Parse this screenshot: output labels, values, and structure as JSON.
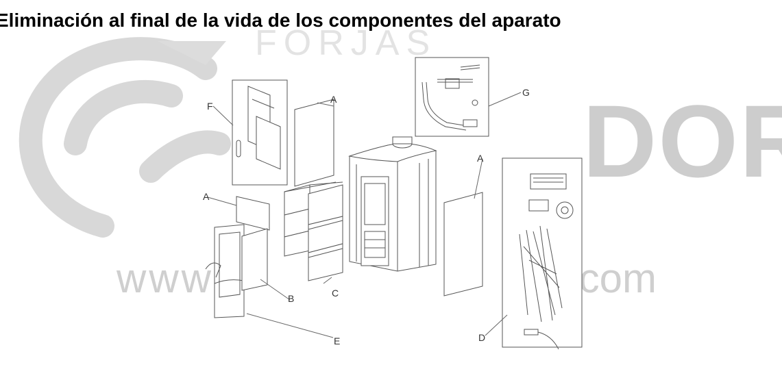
{
  "document": {
    "title": "Eliminación al final de la vida de los componentes del aparato"
  },
  "watermark": {
    "top_text": "FORJAS",
    "right_text": "DOR",
    "left_url_text": "www",
    "right_url_text": ".com"
  },
  "diagram": {
    "labels": {
      "a_top": "A",
      "a_left": "A",
      "a_right": "A",
      "b": "B",
      "c": "C",
      "d": "D",
      "e": "E",
      "f": "F",
      "g": "G"
    }
  }
}
